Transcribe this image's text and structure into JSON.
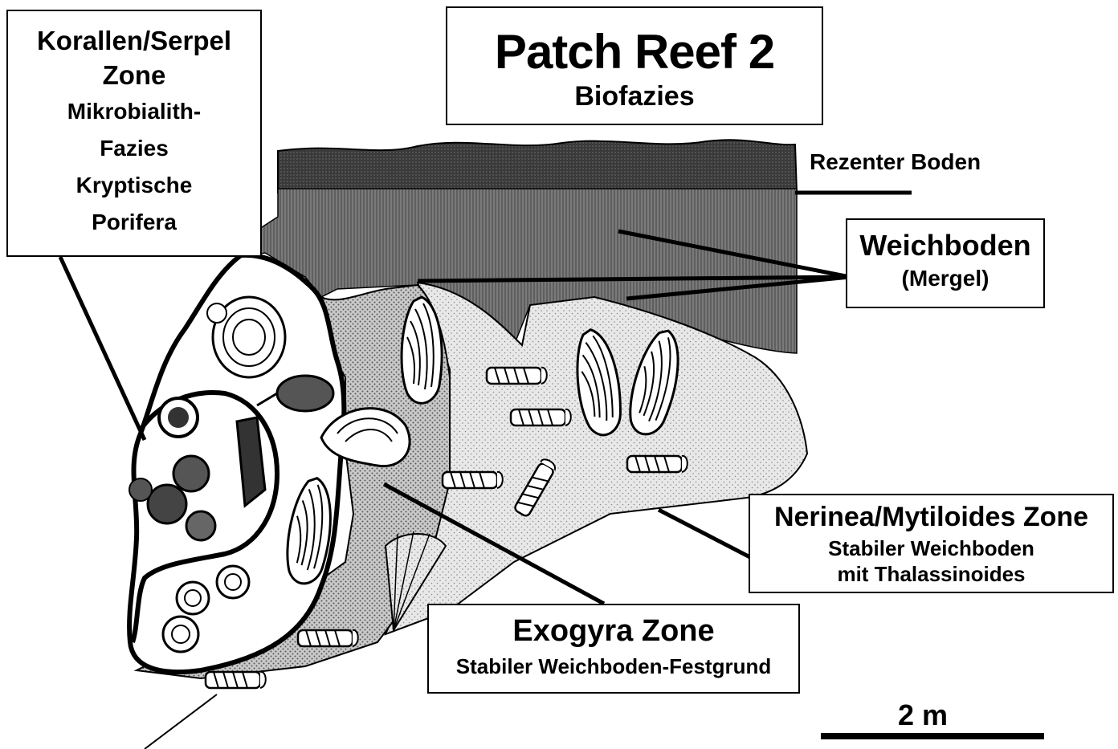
{
  "title": {
    "main": "Patch Reef 2",
    "sub": "Biofazies"
  },
  "labels": {
    "korallen": {
      "line1": "Korallen/Serpel",
      "line2": "Zone",
      "line3": "Mikrobialith-",
      "line4": "Fazies",
      "line5": "Kryptische",
      "line6": "Porifera"
    },
    "rezenter_boden": "Rezenter Boden",
    "weichboden": {
      "line1": "Weichboden",
      "line2": "(Mergel)"
    },
    "nerinea": {
      "line1": "Nerinea/Mytiloides Zone",
      "line2": "Stabiler Weichboden",
      "line3": "mit Thalassinoides"
    },
    "exogyra": {
      "line1": "Exogyra Zone",
      "line2": "Stabiler Weichboden-Festgrund"
    },
    "scale": "2 m"
  },
  "colors": {
    "soil": "#3a3a3a",
    "marl": "#6e6e6e",
    "exogyra_zone": "#c8c8c8",
    "nerinea_zone": "#e4e4e4",
    "coral_zone": "#ffffff",
    "ink": "#000000"
  },
  "icons": [
    "mussel-fossil-icon",
    "oyster-shell-icon",
    "nerinea-snail-icon",
    "coral-colony-icon",
    "serpulid-tube-icon",
    "sponge-icon",
    "brachiopod-icon"
  ]
}
